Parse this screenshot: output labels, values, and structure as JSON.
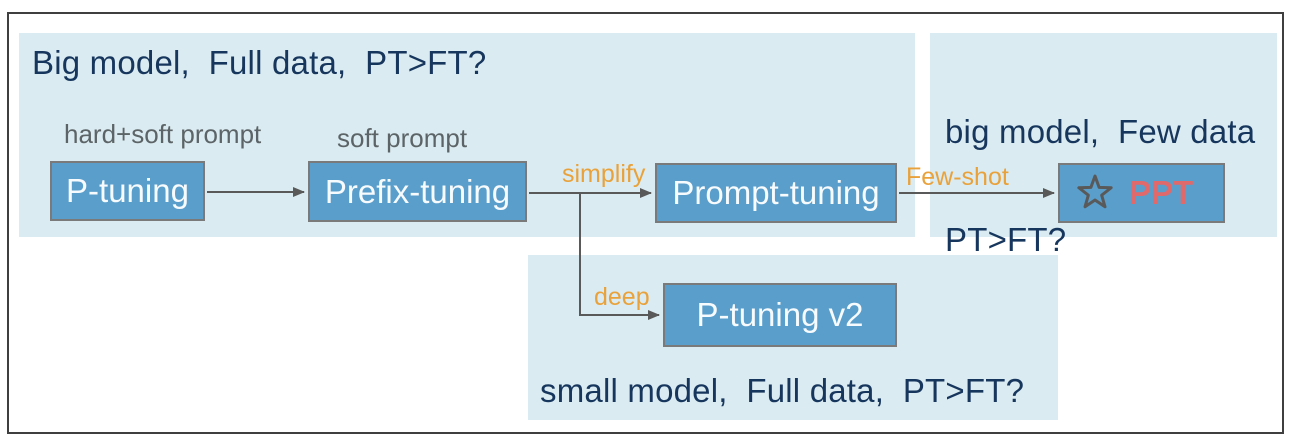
{
  "colors": {
    "panel_bg": "#daebf1",
    "node_fill": "#5a9ecb",
    "node_border": "#7a7a7a",
    "title_text": "#17365d",
    "annotation_text": "#5c6467",
    "edge_label_text": "#e9a23b",
    "ppt_text": "#e0696b",
    "arrow": "#595959",
    "frame_border": "#3f3f3f"
  },
  "panels": {
    "big_full": {
      "title": "Big model,  Full data,  PT>FT?"
    },
    "big_few": {
      "title_line1": "big model,  Few data",
      "title_line2": "PT>FT?"
    },
    "small_full": {
      "title": "small model,  Full data,  PT>FT?"
    }
  },
  "nodes": {
    "p_tuning": {
      "label": "P-tuning",
      "annotation": "hard+soft prompt"
    },
    "prefix_tuning": {
      "label": "Prefix-tuning",
      "annotation": "soft prompt"
    },
    "prompt_tuning": {
      "label": "Prompt-tuning"
    },
    "p_tuning_v2": {
      "label": "P-tuning v2"
    },
    "ppt": {
      "label": "PPT",
      "icon": "star-outline-icon"
    }
  },
  "edges": {
    "prefix_to_prompt": {
      "label": "simplify"
    },
    "prompt_to_ppt": {
      "label": "Few-shot"
    },
    "branch_to_v2": {
      "label": "deep"
    }
  }
}
